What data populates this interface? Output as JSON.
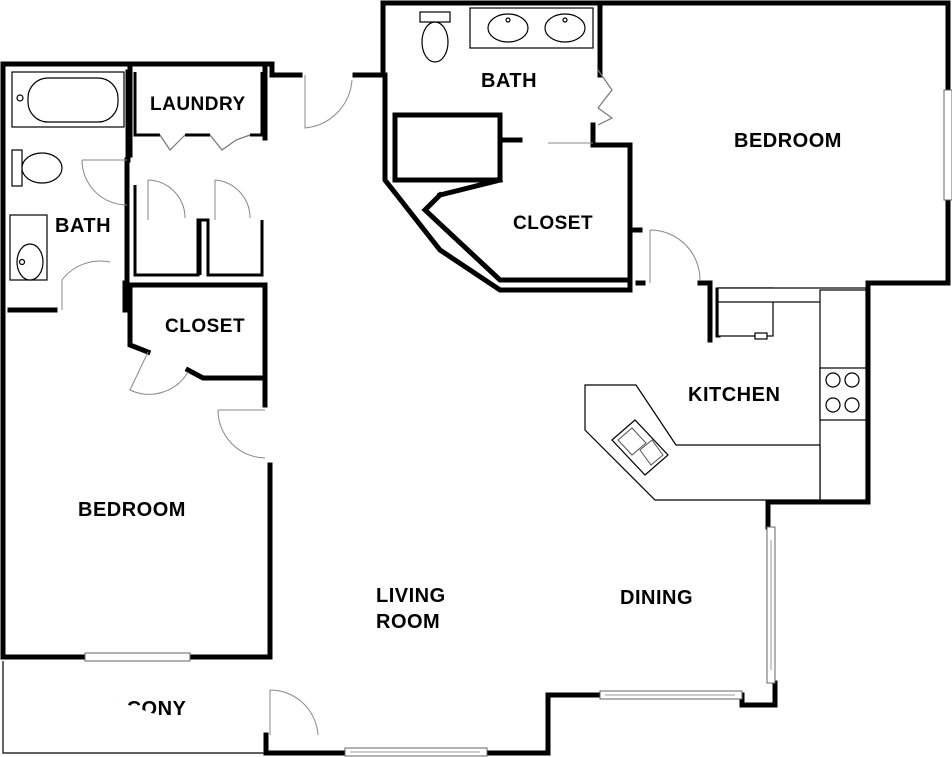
{
  "rooms": {
    "laundry": "LAUNDRY",
    "bath_left": "BATH",
    "closet_left": "CLOSET",
    "bedroom_left": "BEDROOM",
    "balcony": "BALCONY",
    "living_line1": "LIVING",
    "living_line2": "ROOM",
    "dining": "DINING",
    "kitchen": "KITCHEN",
    "bath_right": "BATH",
    "closet_right": "CLOSET",
    "bedroom_right": "BEDROOM"
  }
}
